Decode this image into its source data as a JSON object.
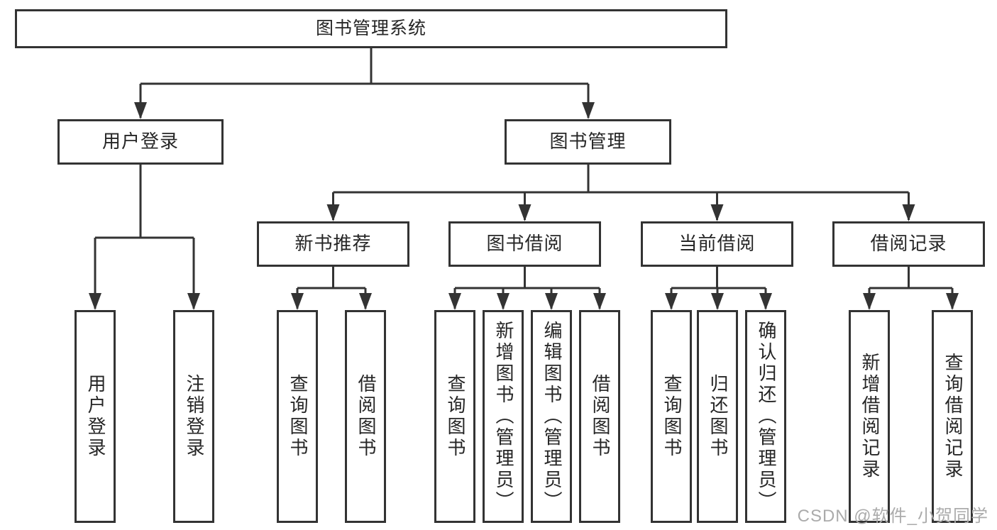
{
  "diagram": {
    "title": "图书管理系统",
    "root": {
      "label": "图书管理系统"
    },
    "level2": [
      {
        "label": "用户登录",
        "children": [
          {
            "label": "用户登录"
          },
          {
            "label": "注销登录"
          }
        ]
      },
      {
        "label": "图书管理",
        "children": [
          {
            "label": "新书推荐",
            "children": [
              {
                "label": "查询图书"
              },
              {
                "label": "借阅图书"
              }
            ]
          },
          {
            "label": "图书借阅",
            "children": [
              {
                "label": "查询图书"
              },
              {
                "label": "新增图书（管理员）"
              },
              {
                "label": "编辑图书（管理员）"
              },
              {
                "label": "借阅图书"
              }
            ]
          },
          {
            "label": "当前借阅",
            "children": [
              {
                "label": "查询图书"
              },
              {
                "label": "归还图书"
              },
              {
                "label": "确认归还（管理员）"
              }
            ]
          },
          {
            "label": "借阅记录",
            "children": [
              {
                "label": "新增借阅记录"
              },
              {
                "label": "查询借阅记录"
              }
            ]
          }
        ]
      }
    ]
  },
  "watermark": {
    "text": "CSDN @软件_小贺同学"
  },
  "colors": {
    "line": "#333333",
    "box_border": "#333333",
    "box_fill": "#ffffff",
    "text": "#262626",
    "watermark": "#ababab",
    "background": "#ffffff"
  }
}
